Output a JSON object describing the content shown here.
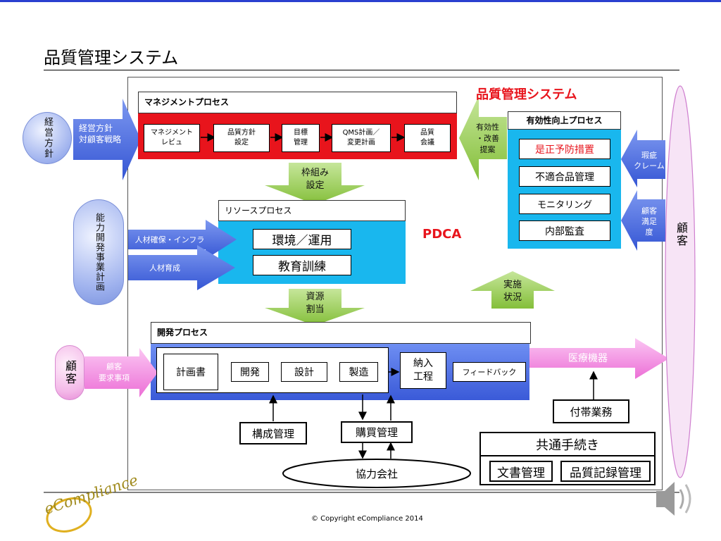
{
  "page_title": "品質管理システム",
  "system_label": "品質管理システム",
  "pdca": "PDCA",
  "management": {
    "header": "マネジメントプロセス",
    "steps": [
      "マネジメント\nレビュ",
      "品質方針\n設定",
      "目標\n管理",
      "QMS計画／\n変更計画",
      "品質\n会議"
    ]
  },
  "policy": {
    "circle": "経営方針",
    "arrow": "経営方針\n対顧客戦略"
  },
  "framework_arrow": "枠組み\n設定",
  "resource": {
    "header": "リソースプロセス",
    "items": [
      "環境／運用",
      "教育訓練"
    ],
    "in_arrows": [
      "人材確保・インフラ",
      "人材育成"
    ]
  },
  "capability": {
    "circle": "能力開発事業計画"
  },
  "allocation_arrow": "資源\n割当",
  "improvement": {
    "arrow": "有効性\n・改善\n提案",
    "header": "有効性向上プロセス",
    "items": [
      "是正予防措置",
      "不適合品管理",
      "モニタリング",
      "内部監査"
    ],
    "in_arrows": [
      "瑕疵\nクレーム",
      "顧客\n満足\n度"
    ]
  },
  "status_arrow": "実施\n状況",
  "customer_oval": "顧客",
  "development": {
    "header": "開発プロセス",
    "steps": [
      "計画書",
      "開発",
      "設計",
      "製造"
    ],
    "delivery": "納入\n工程",
    "feedback": "フィードバック"
  },
  "customer_circle": "顧客",
  "requirements_arrow": "顧客\n要求事項",
  "output_arrow": "医療機器",
  "support_box": "付帯業務",
  "config_box": "構成管理",
  "purchase_box": "購買管理",
  "partner": "協力会社",
  "common": {
    "header": "共通手続き",
    "items": [
      "文書管理",
      "品質記録管理"
    ]
  },
  "footer": "© Copyright eCompliance 2014",
  "logo": "eCompliance",
  "colors": {
    "red": "#e8141c",
    "cyan": "#19b7ee",
    "blue_arrow": "#4a6de0",
    "green_arrow": "#96cc4a",
    "pink": "#f37de0"
  }
}
